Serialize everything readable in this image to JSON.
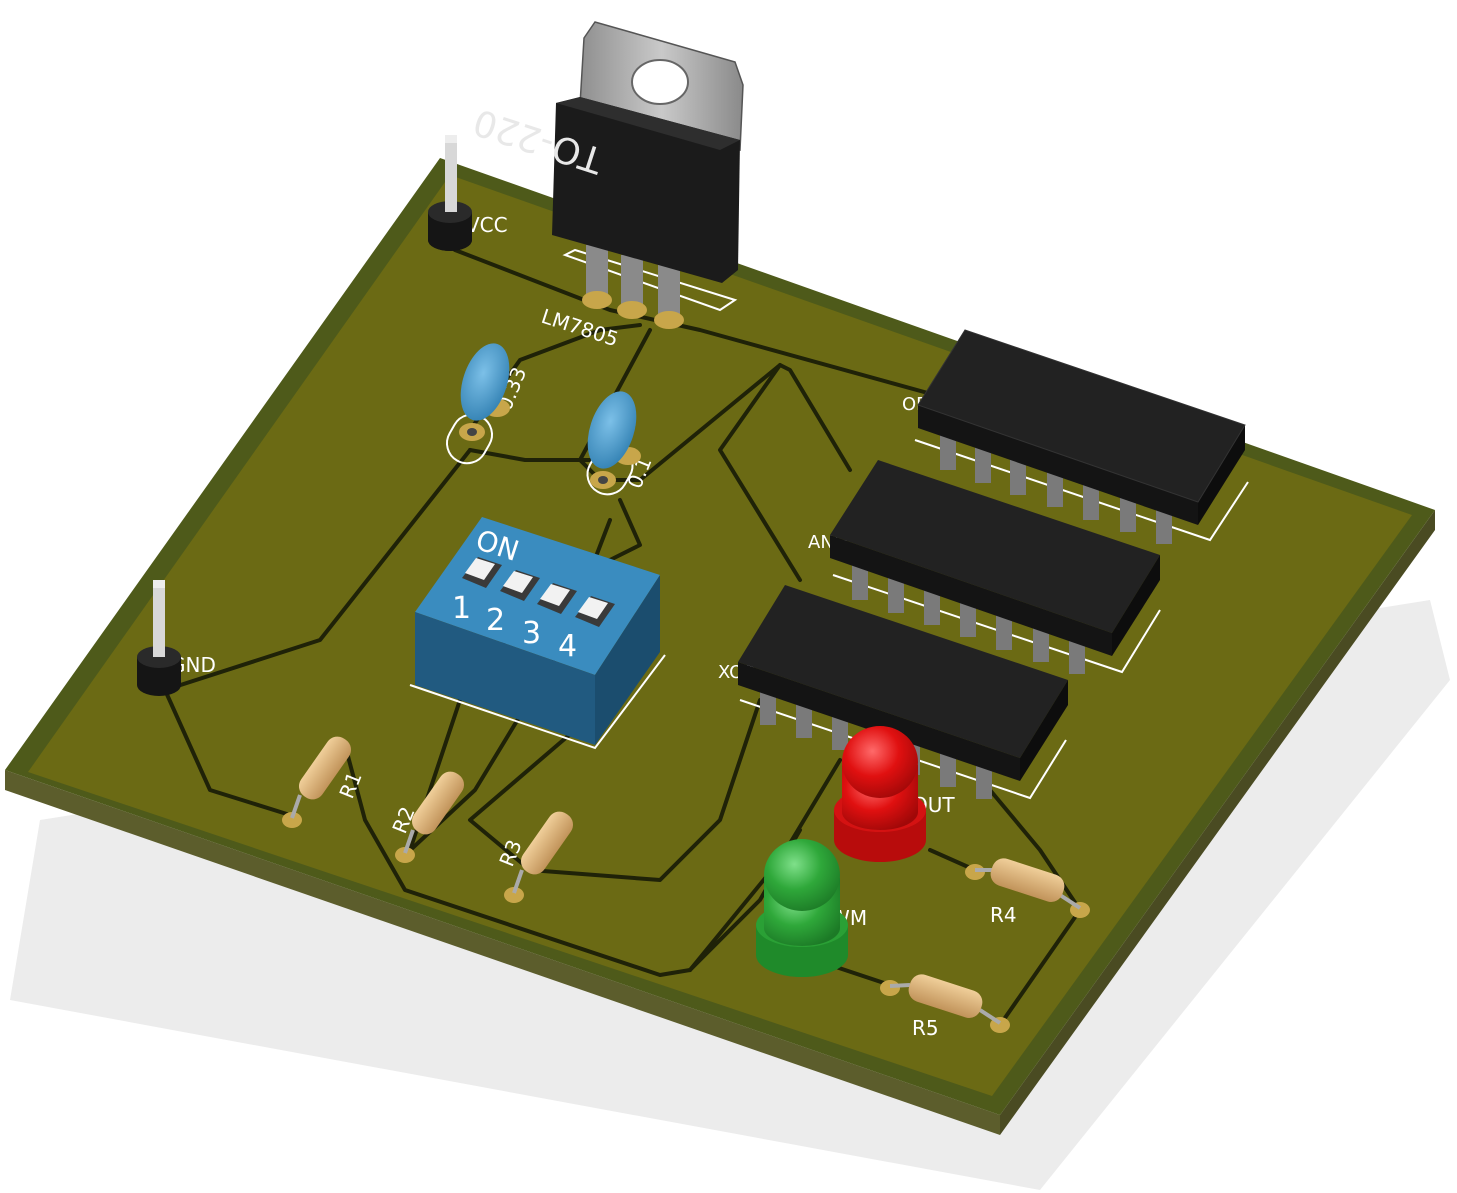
{
  "board": {
    "colors": {
      "solder_mask": "#6b6a14",
      "board_edge": "#4e5a1a",
      "trace": "#1f2208",
      "silkscreen": "#ffffff",
      "pad": "#c8a64a"
    }
  },
  "labels": {
    "vcc": "VCC",
    "gnd": "GND",
    "regulator_package": "TO-220",
    "regulator_name": "LM7805",
    "cap1": "0.33",
    "cap2": "0.1",
    "dip_on": "ON",
    "dip_1": "1",
    "dip_2": "2",
    "dip_3": "3",
    "dip_4": "4",
    "ic_or": "OR",
    "ic_and": "AND",
    "ic_xor": "XOR",
    "led_out": "OUT",
    "led_pwm": "PWM",
    "r1": "R1",
    "r2": "R2",
    "r3": "R3",
    "r4": "R4",
    "r5": "R5"
  },
  "components": {
    "led_red_color": "#e01010",
    "led_green_color": "#2fa83a",
    "dip_switch_color": "#2a6f96",
    "ceramic_cap_color": "#3f8fc0",
    "ic_body_color": "#1c1c1c",
    "resistor_body_color": "#d9b27a"
  }
}
